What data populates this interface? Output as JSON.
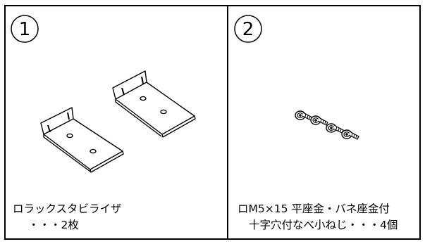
{
  "panels": [
    {
      "number": "1",
      "icon": "rack-stabilizer-bracket-icon",
      "caption_line1": "ロラックスタビライザ",
      "caption_line2": "・・・2枚"
    },
    {
      "number": "2",
      "icon": "screw-icon",
      "caption_line1": "ロM5×15 平座金・バネ座金付",
      "caption_line2": "十字穴付なべ小ねじ・・・4個"
    }
  ],
  "colors": {
    "line": "#000000",
    "background": "#ffffff"
  }
}
